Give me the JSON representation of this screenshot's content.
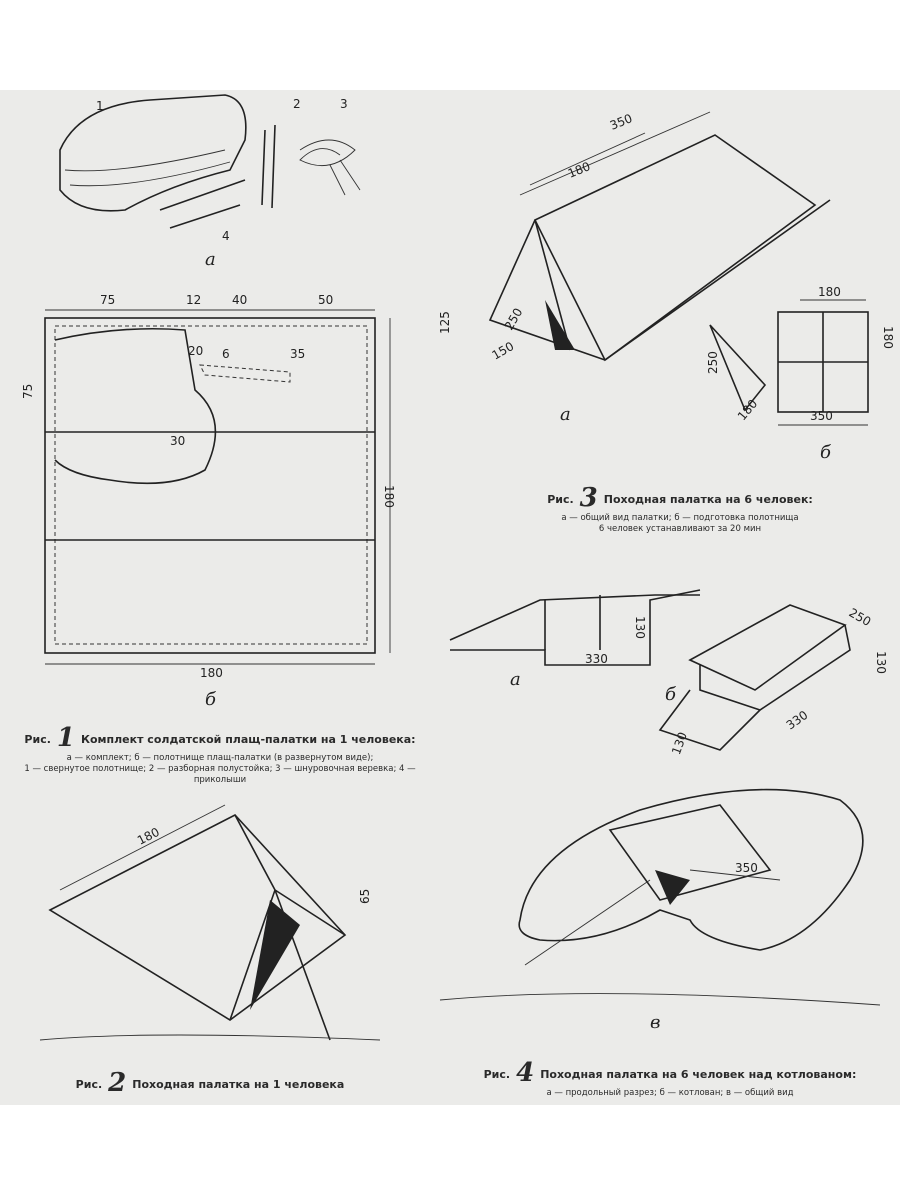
{
  "figures": [
    {
      "number": "1",
      "prefix": "Рис.",
      "title": "Комплект солдатской плащ-палатки на 1 человека:",
      "legend": [
        "а — комплект; б — полотнище плащ-палатки (в развернутом виде);",
        "1 — свернутое полотнище; 2 — разборная полустойка; 3 — шнуровочная веревка; 4 — приколыши"
      ],
      "sub_labels": [
        "а",
        "б"
      ],
      "part_numbers": [
        "1",
        "2",
        "3",
        "4"
      ],
      "dimensions": [
        "75",
        "12",
        "40",
        "50",
        "75",
        "20",
        "6",
        "35",
        "30",
        "180",
        "180"
      ]
    },
    {
      "number": "2",
      "prefix": "Рис.",
      "title": "Походная палатка на 1 человека",
      "dimensions": [
        "180",
        "65"
      ]
    },
    {
      "number": "3",
      "prefix": "Рис.",
      "title": "Походная палатка на 6 человек:",
      "legend": [
        "а — общий вид палатки; б — подготовка полотнища",
        "6 человек устанавливают за 20 мин"
      ],
      "sub_labels": [
        "а",
        "б"
      ],
      "dimensions": [
        "350",
        "180",
        "125",
        "250",
        "150",
        "180",
        "180",
        "250",
        "180",
        "350"
      ]
    },
    {
      "number": "4",
      "prefix": "Рис.",
      "title": "Походная палатка на 6 человек над котлованом:",
      "legend": [
        "а — продольный разрез; б — котлован; в — общий вид"
      ],
      "sub_labels": [
        "а",
        "б",
        "в"
      ],
      "dimensions": [
        "130",
        "330",
        "250",
        "130",
        "330",
        "130",
        "350"
      ]
    }
  ]
}
